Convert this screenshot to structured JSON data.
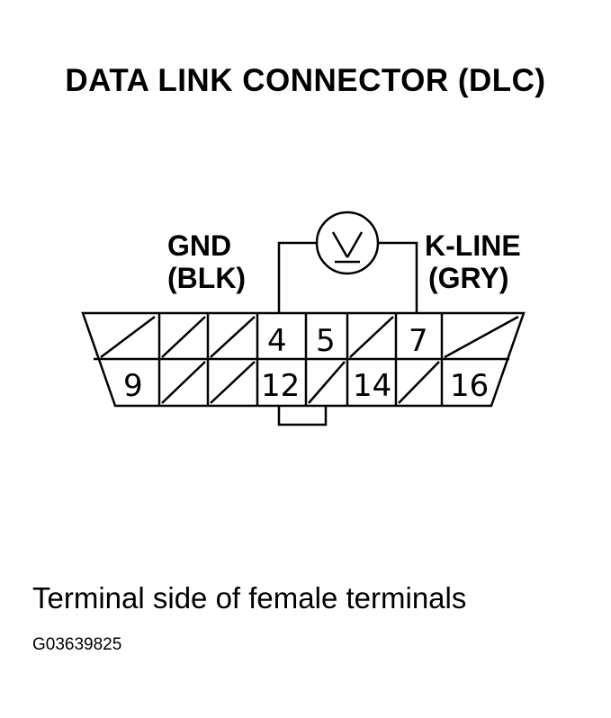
{
  "title": "DATA LINK CONNECTOR (DLC)",
  "gnd": {
    "name": "GND",
    "color": "(BLK)"
  },
  "kline": {
    "name": "K-LINE",
    "color": "(GRY)"
  },
  "pins": {
    "p4": "4",
    "p5": "5",
    "p7": "7",
    "p9": "9",
    "p12": "12",
    "p14": "14",
    "p16": "16"
  },
  "caption": "Terminal side of female terminals",
  "figure_code": "G03639825",
  "meter_icon": "voltmeter-icon"
}
